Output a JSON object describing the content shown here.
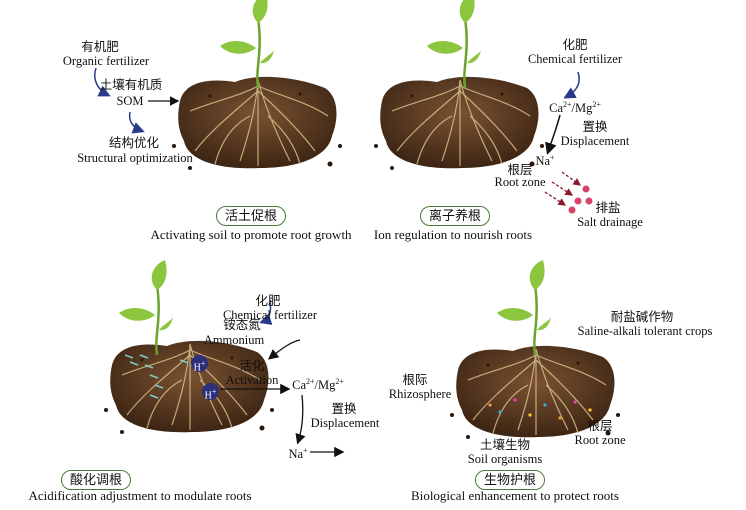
{
  "panels": [
    {
      "badge": "活土促根",
      "caption": "Activating soil to promote root growth",
      "labels": {
        "organic_cn": "有机肥",
        "organic_en": "Organic fertilizer",
        "som_cn": "土壤有机质",
        "som_en": "SOM",
        "struct_cn": "结构优化",
        "struct_en": "Structural optimization"
      }
    },
    {
      "badge": "离子养根",
      "caption": "Ion regulation to nourish roots",
      "labels": {
        "chem_cn": "化肥",
        "chem_en": "Chemical fertilizer",
        "ca": "Ca",
        "ca_sup": "2+",
        "mg": "/Mg",
        "mg_sup": "2+",
        "disp_cn": "置换",
        "disp_en": "Displacement",
        "na": "Na",
        "na_sup": "+",
        "root_cn": "根层",
        "root_en": "Root zone",
        "salt_cn": "排盐",
        "salt_en": "Salt drainage"
      }
    },
    {
      "badge": "酸化调根",
      "caption": "Acidification adjustment to modulate roots",
      "labels": {
        "chem_cn": "化肥",
        "chem_en": "Chemical fertilizer",
        "amm_cn": "铵态氮",
        "amm_en": "Ammonium",
        "h": "H",
        "h_sup": "+",
        "act_cn": "活化",
        "act_en": "Activation",
        "ca": "Ca",
        "ca_sup": "2+",
        "mg": "/Mg",
        "mg_sup": "2+",
        "disp_cn": "置换",
        "disp_en": "Displacement",
        "na": "Na",
        "na_sup": "+"
      }
    },
    {
      "badge": "生物护根",
      "caption": "Biological enhancement to protect roots",
      "labels": {
        "crop_cn": "耐盐碱作物",
        "crop_en": "Saline-alkali tolerant crops",
        "rhizo_cn": "根际",
        "rhizo_en": "Rhizosphere",
        "org_cn": "土壤生物",
        "org_en": "Soil organisms",
        "root_cn": "根层",
        "root_en": "Root zone"
      }
    }
  ],
  "colors": {
    "soil": "#5a3a22",
    "soil_light": "#7a5232",
    "root": "#d8c08a",
    "leaf": "#8cc63f",
    "badge_border": "#4a7a3a",
    "blue_arrow": "#2a3a8a",
    "salt": "#d9436a",
    "h_ion": "#2c2f7a",
    "hyphae": "#7fc9c9"
  }
}
